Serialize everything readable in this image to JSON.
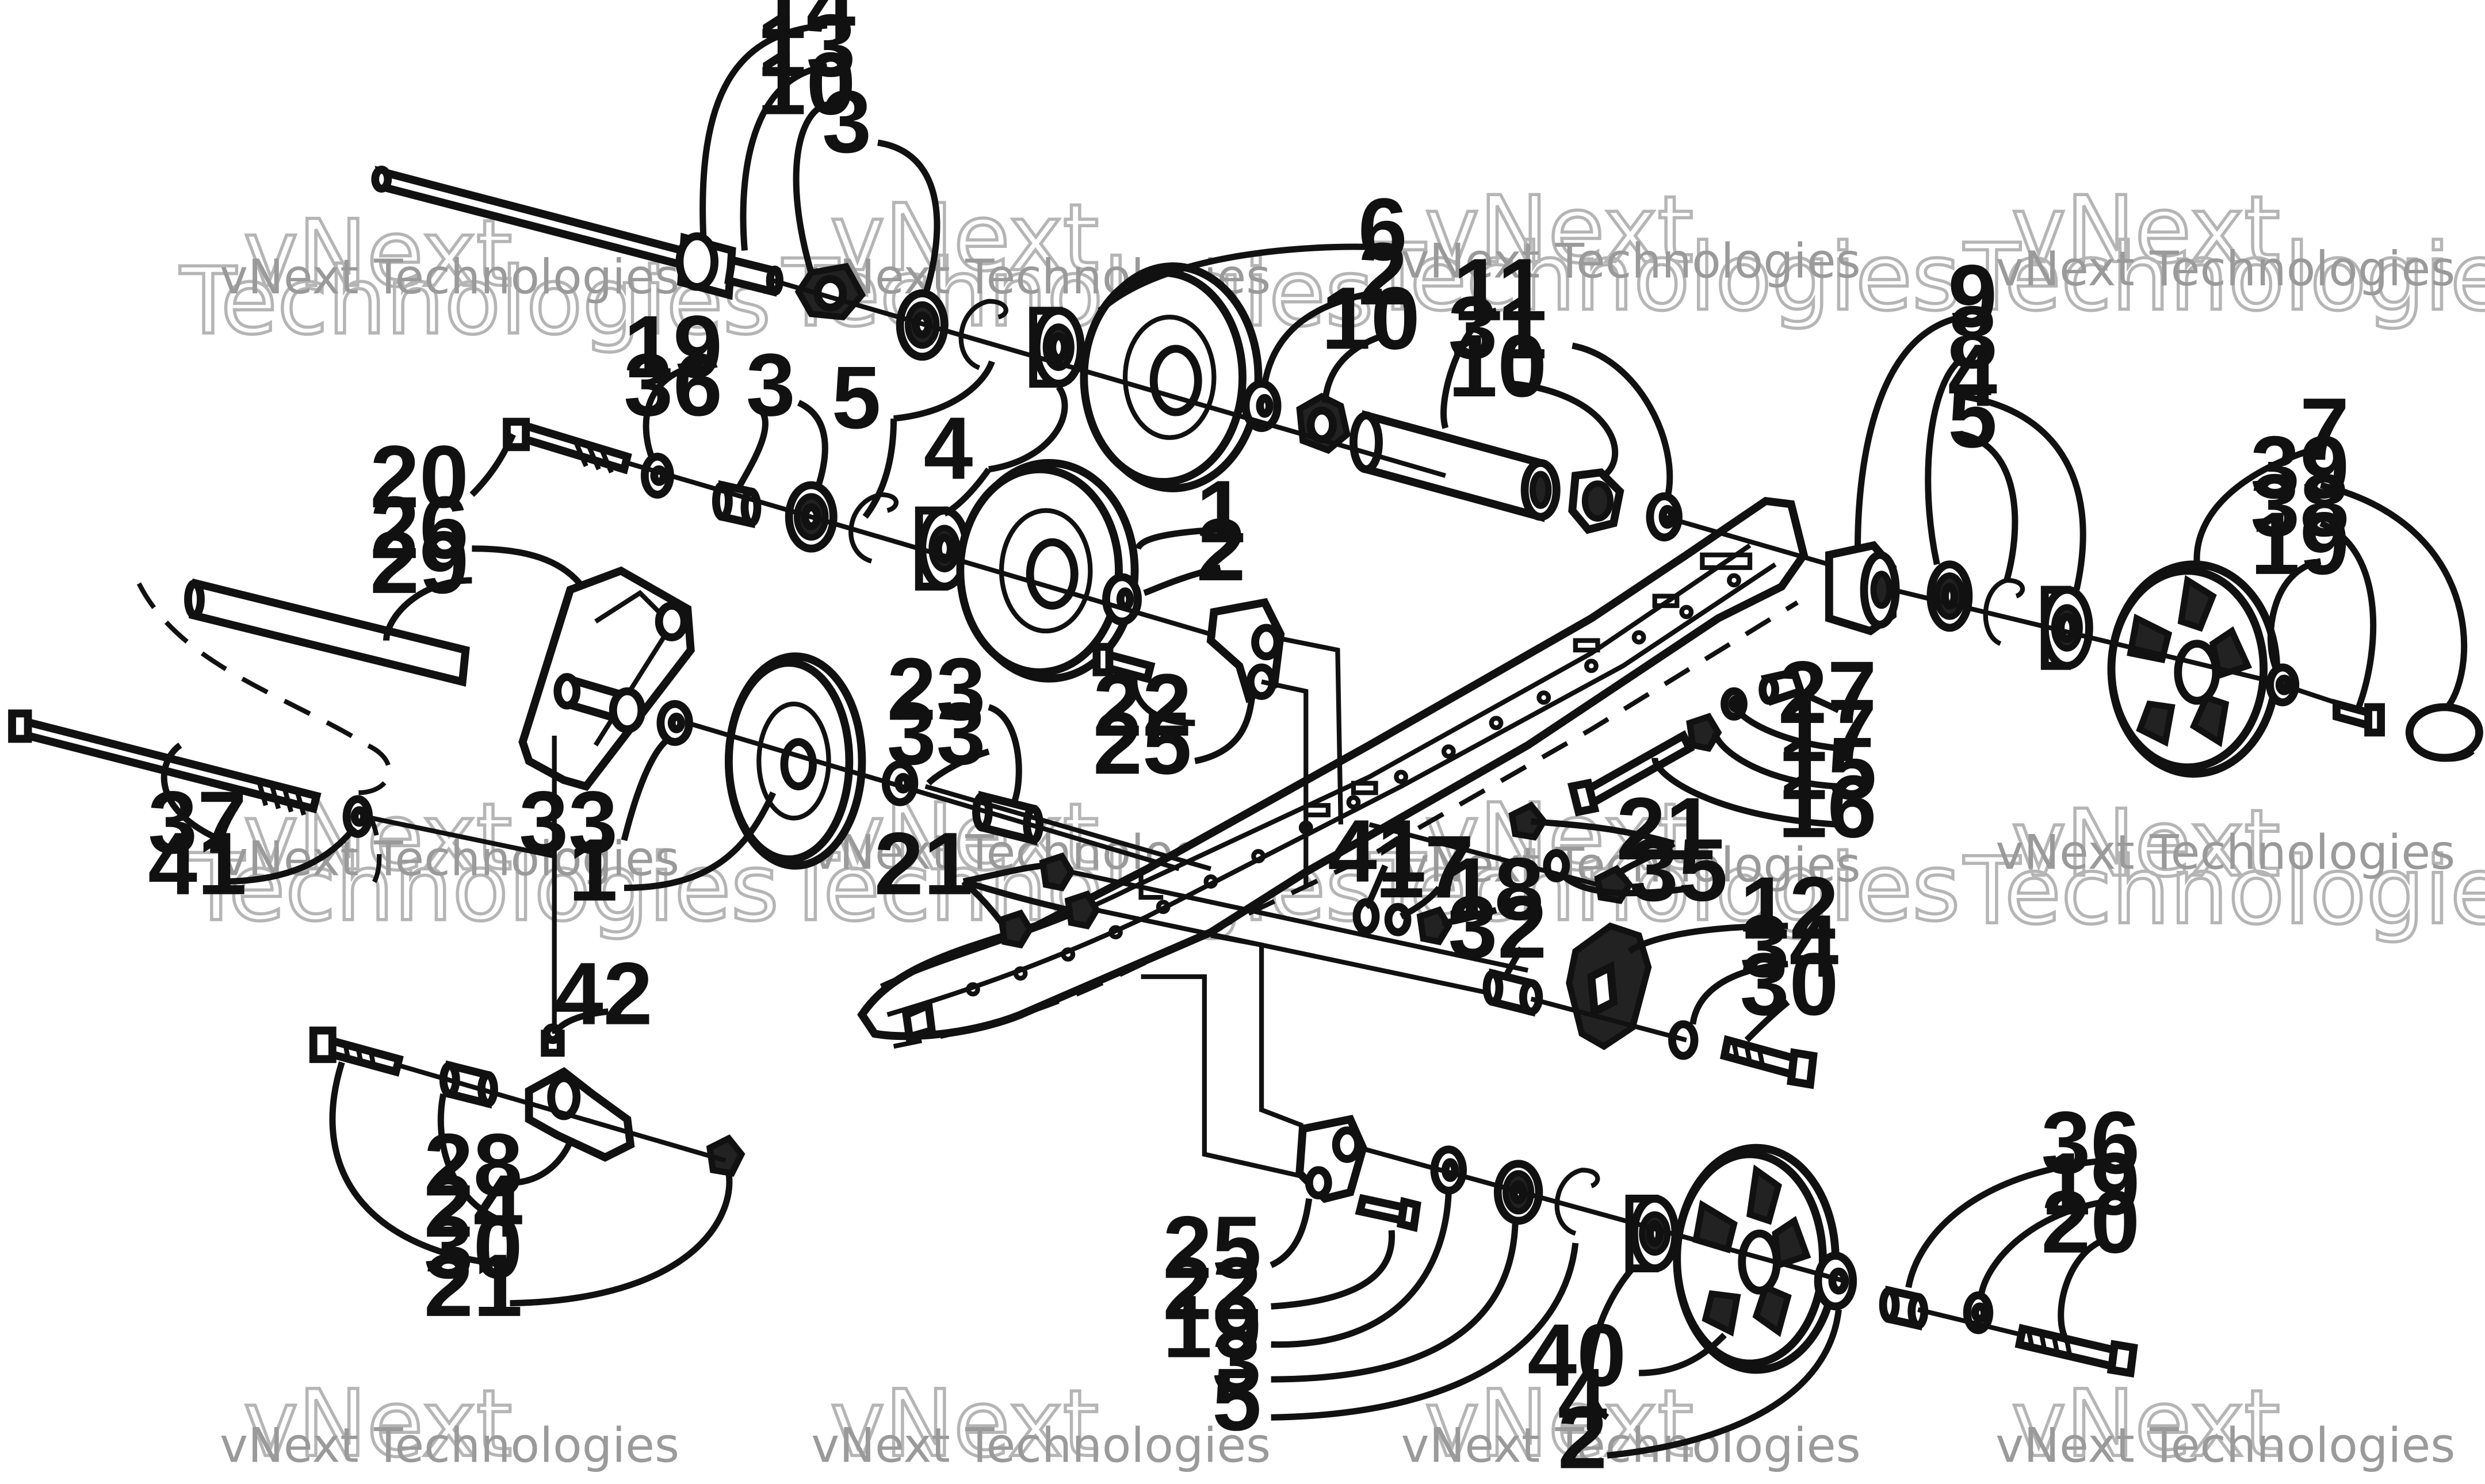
{
  "diagram": {
    "watermark": {
      "small_text": "vNext Technologies",
      "big_line1": "vNext",
      "big_line2": "Technologies"
    },
    "callouts": [
      "14",
      "13",
      "10",
      "3",
      "6",
      "2",
      "10",
      "11",
      "31",
      "10",
      "9",
      "8",
      "4",
      "5",
      "7",
      "39",
      "38",
      "19",
      "19",
      "36",
      "3",
      "5",
      "4",
      "20",
      "26",
      "29",
      "1",
      "2",
      "22",
      "25",
      "23",
      "33",
      "27",
      "17",
      "15",
      "16",
      "33",
      "1",
      "37",
      "41",
      "21",
      "41",
      "17",
      "18",
      "21",
      "35",
      "21",
      "12",
      "34",
      "30",
      "32",
      "42",
      "28",
      "24",
      "30",
      "21",
      "25",
      "22",
      "19",
      "3",
      "5",
      "4",
      "2",
      "40",
      "36",
      "19",
      "20"
    ]
  }
}
